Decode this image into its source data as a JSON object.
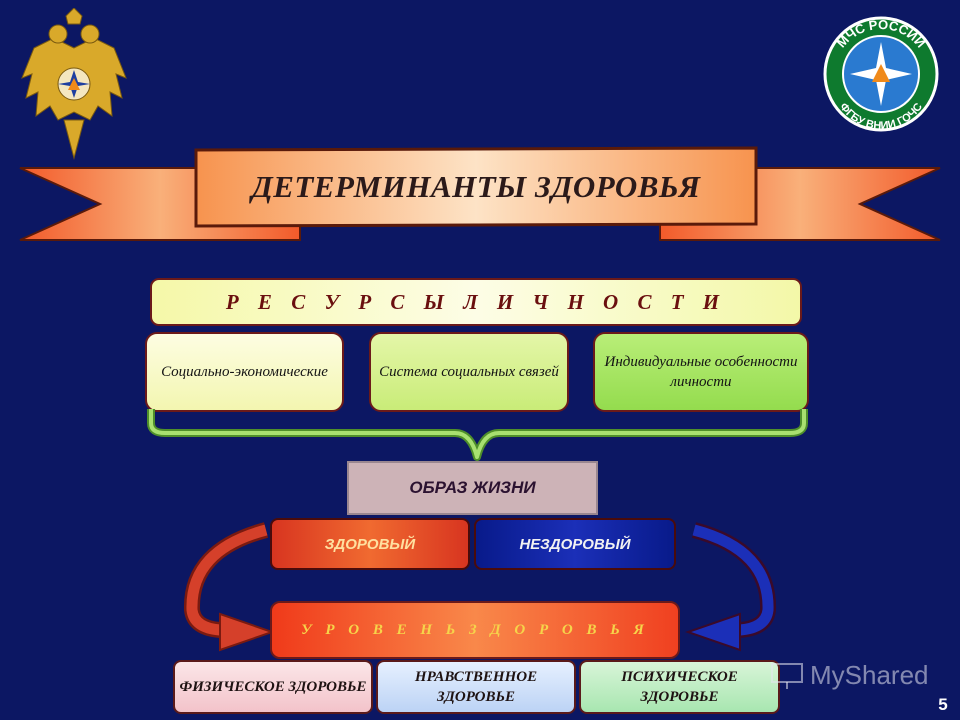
{
  "colors": {
    "background": "#0c1763",
    "ribbon": "#f47a3c",
    "healthy": "#e84a25",
    "unhealthy": "#0f22a0",
    "resources": "#f5f8a8"
  },
  "title": "ДЕТЕРМИНАНТЫ ЗДОРОВЬЯ",
  "resources": {
    "header": "Р Е С У Р С Ы     Л И Ч Н О С Т И",
    "items": [
      {
        "text": "Социально-экономические"
      },
      {
        "text": "Система социальных связей"
      },
      {
        "text": "Индивидуальные особенности личности"
      }
    ]
  },
  "lifestyle": {
    "label": "ОБРАЗ ЖИЗНИ",
    "healthy": "ЗДОРОВЫЙ",
    "unhealthy": "НЕЗДОРОВЫЙ"
  },
  "health_level": "У Р О В Е Н Ь   З Д О Р О В Ь Я",
  "health_types": [
    {
      "text": "ФИЗИЧЕСКОЕ ЗДОРОВЬЕ"
    },
    {
      "text": "НРАВСТВЕННОЕ ЗДОРОВЬЕ"
    },
    {
      "text": "ПСИХИЧЕСКОЕ ЗДОРОВЬЕ"
    }
  ],
  "logo_text": {
    "top": "МЧС РОССИИ",
    "bottom": "ФГБУ ВНИИ ГОЧС"
  },
  "watermark": "MyShared",
  "slide_number": "5"
}
